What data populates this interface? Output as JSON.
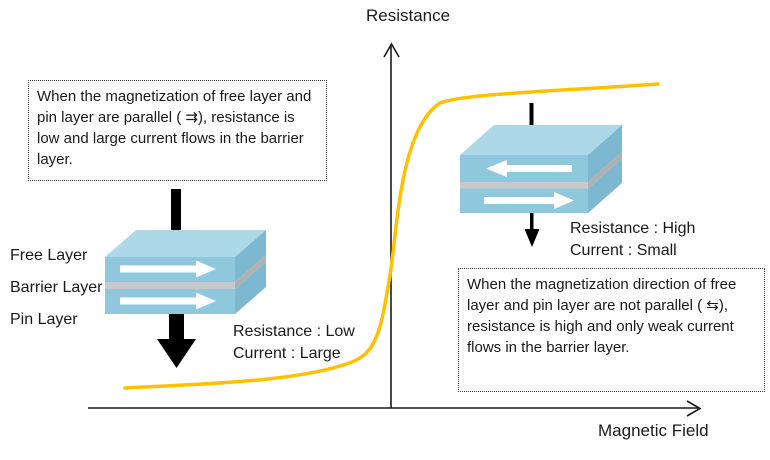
{
  "labels": {
    "y_axis": "Resistance",
    "x_axis": "Magnetic Field"
  },
  "layer_labels": {
    "free": "Free Layer",
    "barrier": "Barrier Layer",
    "pin": "Pin Layer"
  },
  "parallel_box": {
    "text": "When the magnetization of free layer and pin layer are parallel ( ⇉), resistance is low and large current flows in the barrier layer."
  },
  "antiparallel_box": {
    "text": "When the magnetization direction of free layer and pin layer are not parallel ( ⇆), resistance is high and only weak current flows in the barrier layer."
  },
  "parallel_state": {
    "resistance": "Resistance : Low",
    "current": "Current : Large"
  },
  "antiparallel_state": {
    "resistance": "Resistance : High",
    "current": "Current : Small"
  },
  "colors": {
    "curve": "#FFC000",
    "axis": "#1a1a1a",
    "device_top": "#ACD8E8",
    "device_front": "#8FC8DC",
    "device_side": "#7CB9D1",
    "barrier_front": "#C9C9C9",
    "barrier_side": "#B0B0B0",
    "electrode": "#000000",
    "magnetization_arrow": "#FFFFFF"
  }
}
